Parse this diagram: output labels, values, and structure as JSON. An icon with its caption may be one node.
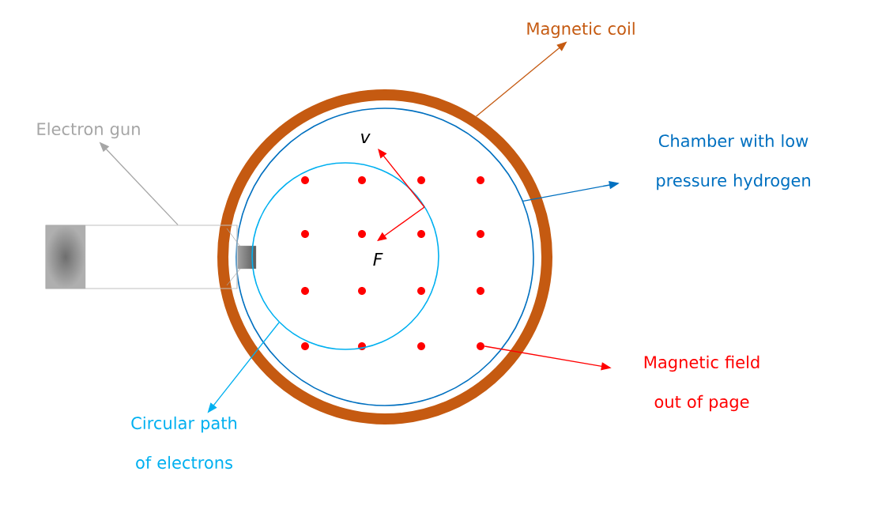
{
  "diagram": {
    "nodes": [
      {
        "text": [
          "Magnetic coil"
        ]
      },
      {
        "text": [
          "Chamber with low pressure hydrogen"
        ]
      },
      {
        "text": [
          "Electron gun"
        ]
      },
      {
        "text": [
          "Magnetic field out of page"
        ]
      },
      {
        "text": [
          "Circular path of electrons"
        ]
      },
      {
        "text": [],
        "shape": "circle"
      },
      {
        "text": [],
        "shape": "circle",
        "in": 5
      },
      {
        "text": [],
        "shape": "box"
      },
      {
        "text": [],
        "shape": "circle",
        "in": 6
      },
      {
        "text": [],
        "shape": "circle",
        "in": 6
      }
    ],
    "edges": [
      {
        "from": 5,
        "to": 0,
        "arrow": "to",
        "color": "#c55a11"
      },
      {
        "from": 6,
        "to": 1,
        "arrow": "to",
        "color": "#0070c0"
      },
      {
        "from": 7,
        "to": 2,
        "arrow": "to",
        "color": "#a6a6a6"
      },
      {
        "from": 9,
        "to": 3,
        "arrow": "to",
        "color": "#ff0000"
      },
      {
        "from": 8,
        "to": 4,
        "arrow": "to",
        "color": "#00b0f0"
      }
    ],
    "labels": [
      "v",
      "F"
    ]
  }
}
